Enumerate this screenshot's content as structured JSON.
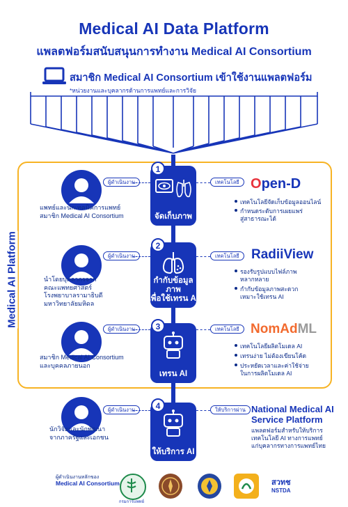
{
  "header": {
    "title": "Medical AI Data Platform",
    "subtitle": "แพลตฟอร์มสนับสนุนการทำงาน Medical AI Consortium"
  },
  "members": {
    "title": "สมาชิก Medical AI Consortium เข้าใช้งานแพลตฟอร์ม",
    "note": "*หน่วยงานและบุคลากรด้านการแพทย์และการวิจัย"
  },
  "side_label": "Medical AI Platform",
  "pill_operator": "ผู้ดำเนินงาน",
  "pill_tech": "เทคโนโลยี",
  "pill_service": "ให้บริการผ่าน",
  "steps": [
    {
      "number": "1",
      "label": "จัดเก็บภาพ",
      "operator": [
        "แพทย์และนักเทคนิคการแพทย์",
        "สมาชิก Medical AI Consortium"
      ],
      "tech_name": "pen-D",
      "tech_brand_letter": "O",
      "bullets": [
        [
          "เทคโนโลยีจัดเก็บข้อมูลออนไลน์"
        ],
        [
          "กำหนดระดับการเผยแพร่",
          "สู่สาธารณะได้"
        ]
      ]
    },
    {
      "number": "2",
      "label": "กำกับข้อมูลภาพ\nเพื่อใช้เทรน AI",
      "operator": [
        "นำโดยบุคลากรจาก",
        "คณะแพทยศาสตร์",
        "โรงพยาบาลรามาธิบดี",
        "มหาวิทยาลัยมหิดล"
      ],
      "tech_name": "RadiiView",
      "bullets": [
        [
          "รองรับรูปแบบไฟล์ภาพ",
          "หลากหลาย"
        ],
        [
          "กำกับข้อมูลภาพสะดวก",
          "เหมาะใช้เทรน AI"
        ]
      ]
    },
    {
      "number": "3",
      "label": "เทรน AI",
      "operator": [
        "สมาชิก Medical AI Consortium",
        "และบุคคลภายนอก"
      ],
      "tech_name_a": "NomAd",
      "tech_name_b": "ML",
      "bullets": [
        [
          "เทคโนโลยีผลิตโมเดล AI"
        ],
        [
          "เทรนง่าย ไม่ต้องเขียนโค้ด"
        ],
        [
          "ประหยัดเวลาและค่าใช้จ่าย",
          "ในการผลิตโมเดล AI"
        ]
      ]
    },
    {
      "number": "4",
      "label": "ให้บริการ AI",
      "operator": [
        "นักวิจัยและนักพัฒนา",
        "จากภาครัฐและเอกชน"
      ],
      "service_title": [
        "National Medical AI",
        "Service Platform"
      ],
      "service_desc": [
        "แพลตฟอร์มสำหรับให้บริการ",
        "เทคโนโลยี AI ทางการแพทย์",
        "แก่บุคลากรทางการแพทย์ไทย"
      ]
    }
  ],
  "footer": {
    "small": "ผู้ดำเนินงานหลักของ",
    "big": "Medical AI Consortium",
    "logo1": "กรมการแพทย์",
    "logo5": "สวทช",
    "logo5_sub": "NSTDA"
  },
  "colors": {
    "primary": "#1735b8",
    "accent": "#f7b323",
    "nomad_orange": "#f26a2e",
    "opend_red": "#e8323c"
  }
}
